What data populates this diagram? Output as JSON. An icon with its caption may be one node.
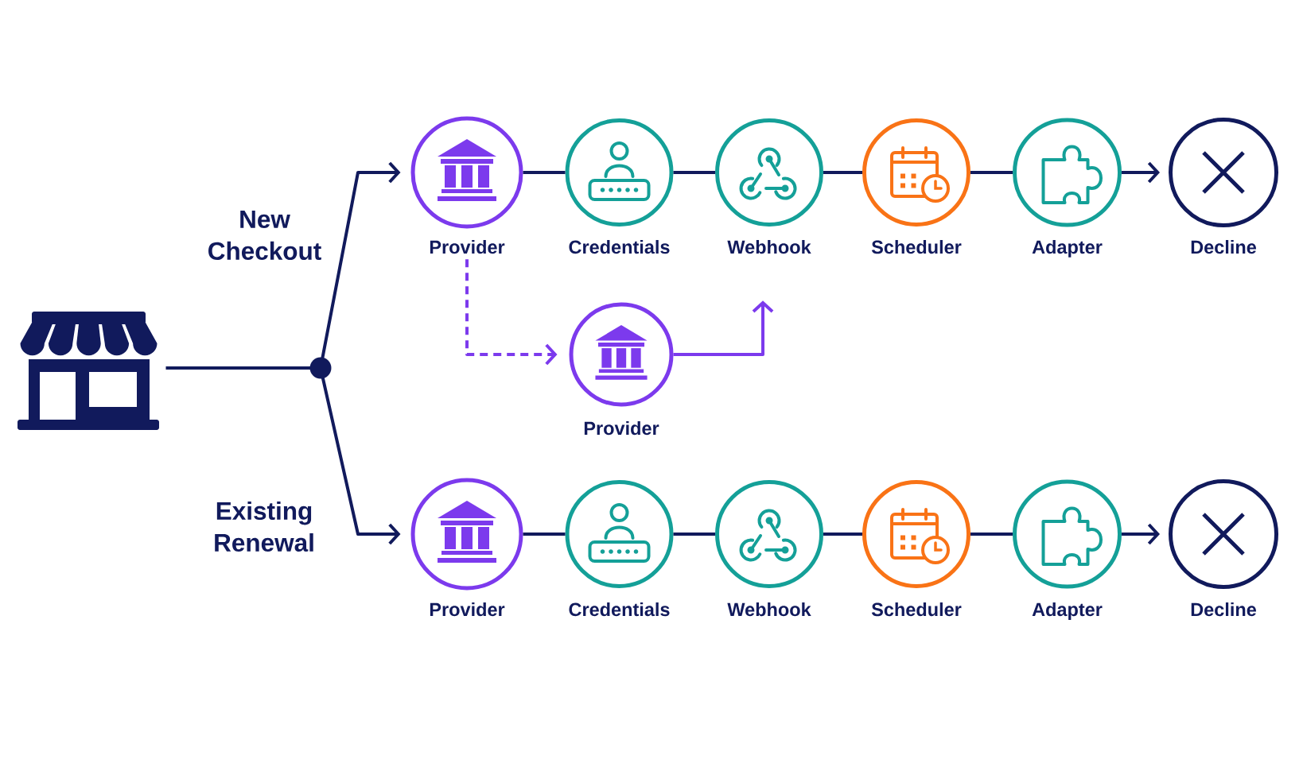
{
  "diagram": {
    "nodes": [
      {
        "text": [],
        "shape": "picture"
      },
      {
        "text": [
          "Provider"
        ]
      },
      {
        "text": [
          "Credentials"
        ]
      },
      {
        "text": [
          "Webhook"
        ]
      },
      {
        "text": [
          "Scheduler"
        ]
      },
      {
        "text": [
          "Adapter"
        ]
      },
      {
        "text": [
          "Decline"
        ]
      },
      {
        "text": [
          "Provider"
        ]
      },
      {
        "text": [
          "Provider"
        ]
      },
      {
        "text": [
          "Credentials"
        ]
      },
      {
        "text": [
          "Webhook"
        ]
      },
      {
        "text": [
          "Scheduler"
        ]
      },
      {
        "text": [
          "Adapter"
        ]
      },
      {
        "text": [
          "Decline"
        ]
      }
    ],
    "edges": [
      {
        "from": 0,
        "to": 1,
        "arrow": "to",
        "label": "New Checkout"
      },
      {
        "from": 0,
        "to": 8,
        "arrow": "to",
        "label": "Existing Renewal"
      },
      {
        "from": 1,
        "to": 2,
        "arrow": "none"
      },
      {
        "from": 2,
        "to": 3,
        "arrow": "none"
      },
      {
        "from": 3,
        "to": 4,
        "arrow": "none"
      },
      {
        "from": 4,
        "to": 5,
        "arrow": "none"
      },
      {
        "from": 5,
        "to": 6,
        "arrow": "to"
      },
      {
        "from": 1,
        "to": 7,
        "arrow": "to",
        "style": "dashed",
        "color": "#7c3aed"
      },
      {
        "from": 7,
        "to": 3,
        "arrow": "to",
        "color": "#7c3aed"
      },
      {
        "from": 8,
        "to": 9,
        "arrow": "none"
      },
      {
        "from": 9,
        "to": 10,
        "arrow": "none"
      },
      {
        "from": 10,
        "to": 11,
        "arrow": "none"
      },
      {
        "from": 11,
        "to": 12,
        "arrow": "none"
      },
      {
        "from": 12,
        "to": 13,
        "arrow": "to"
      }
    ]
  }
}
